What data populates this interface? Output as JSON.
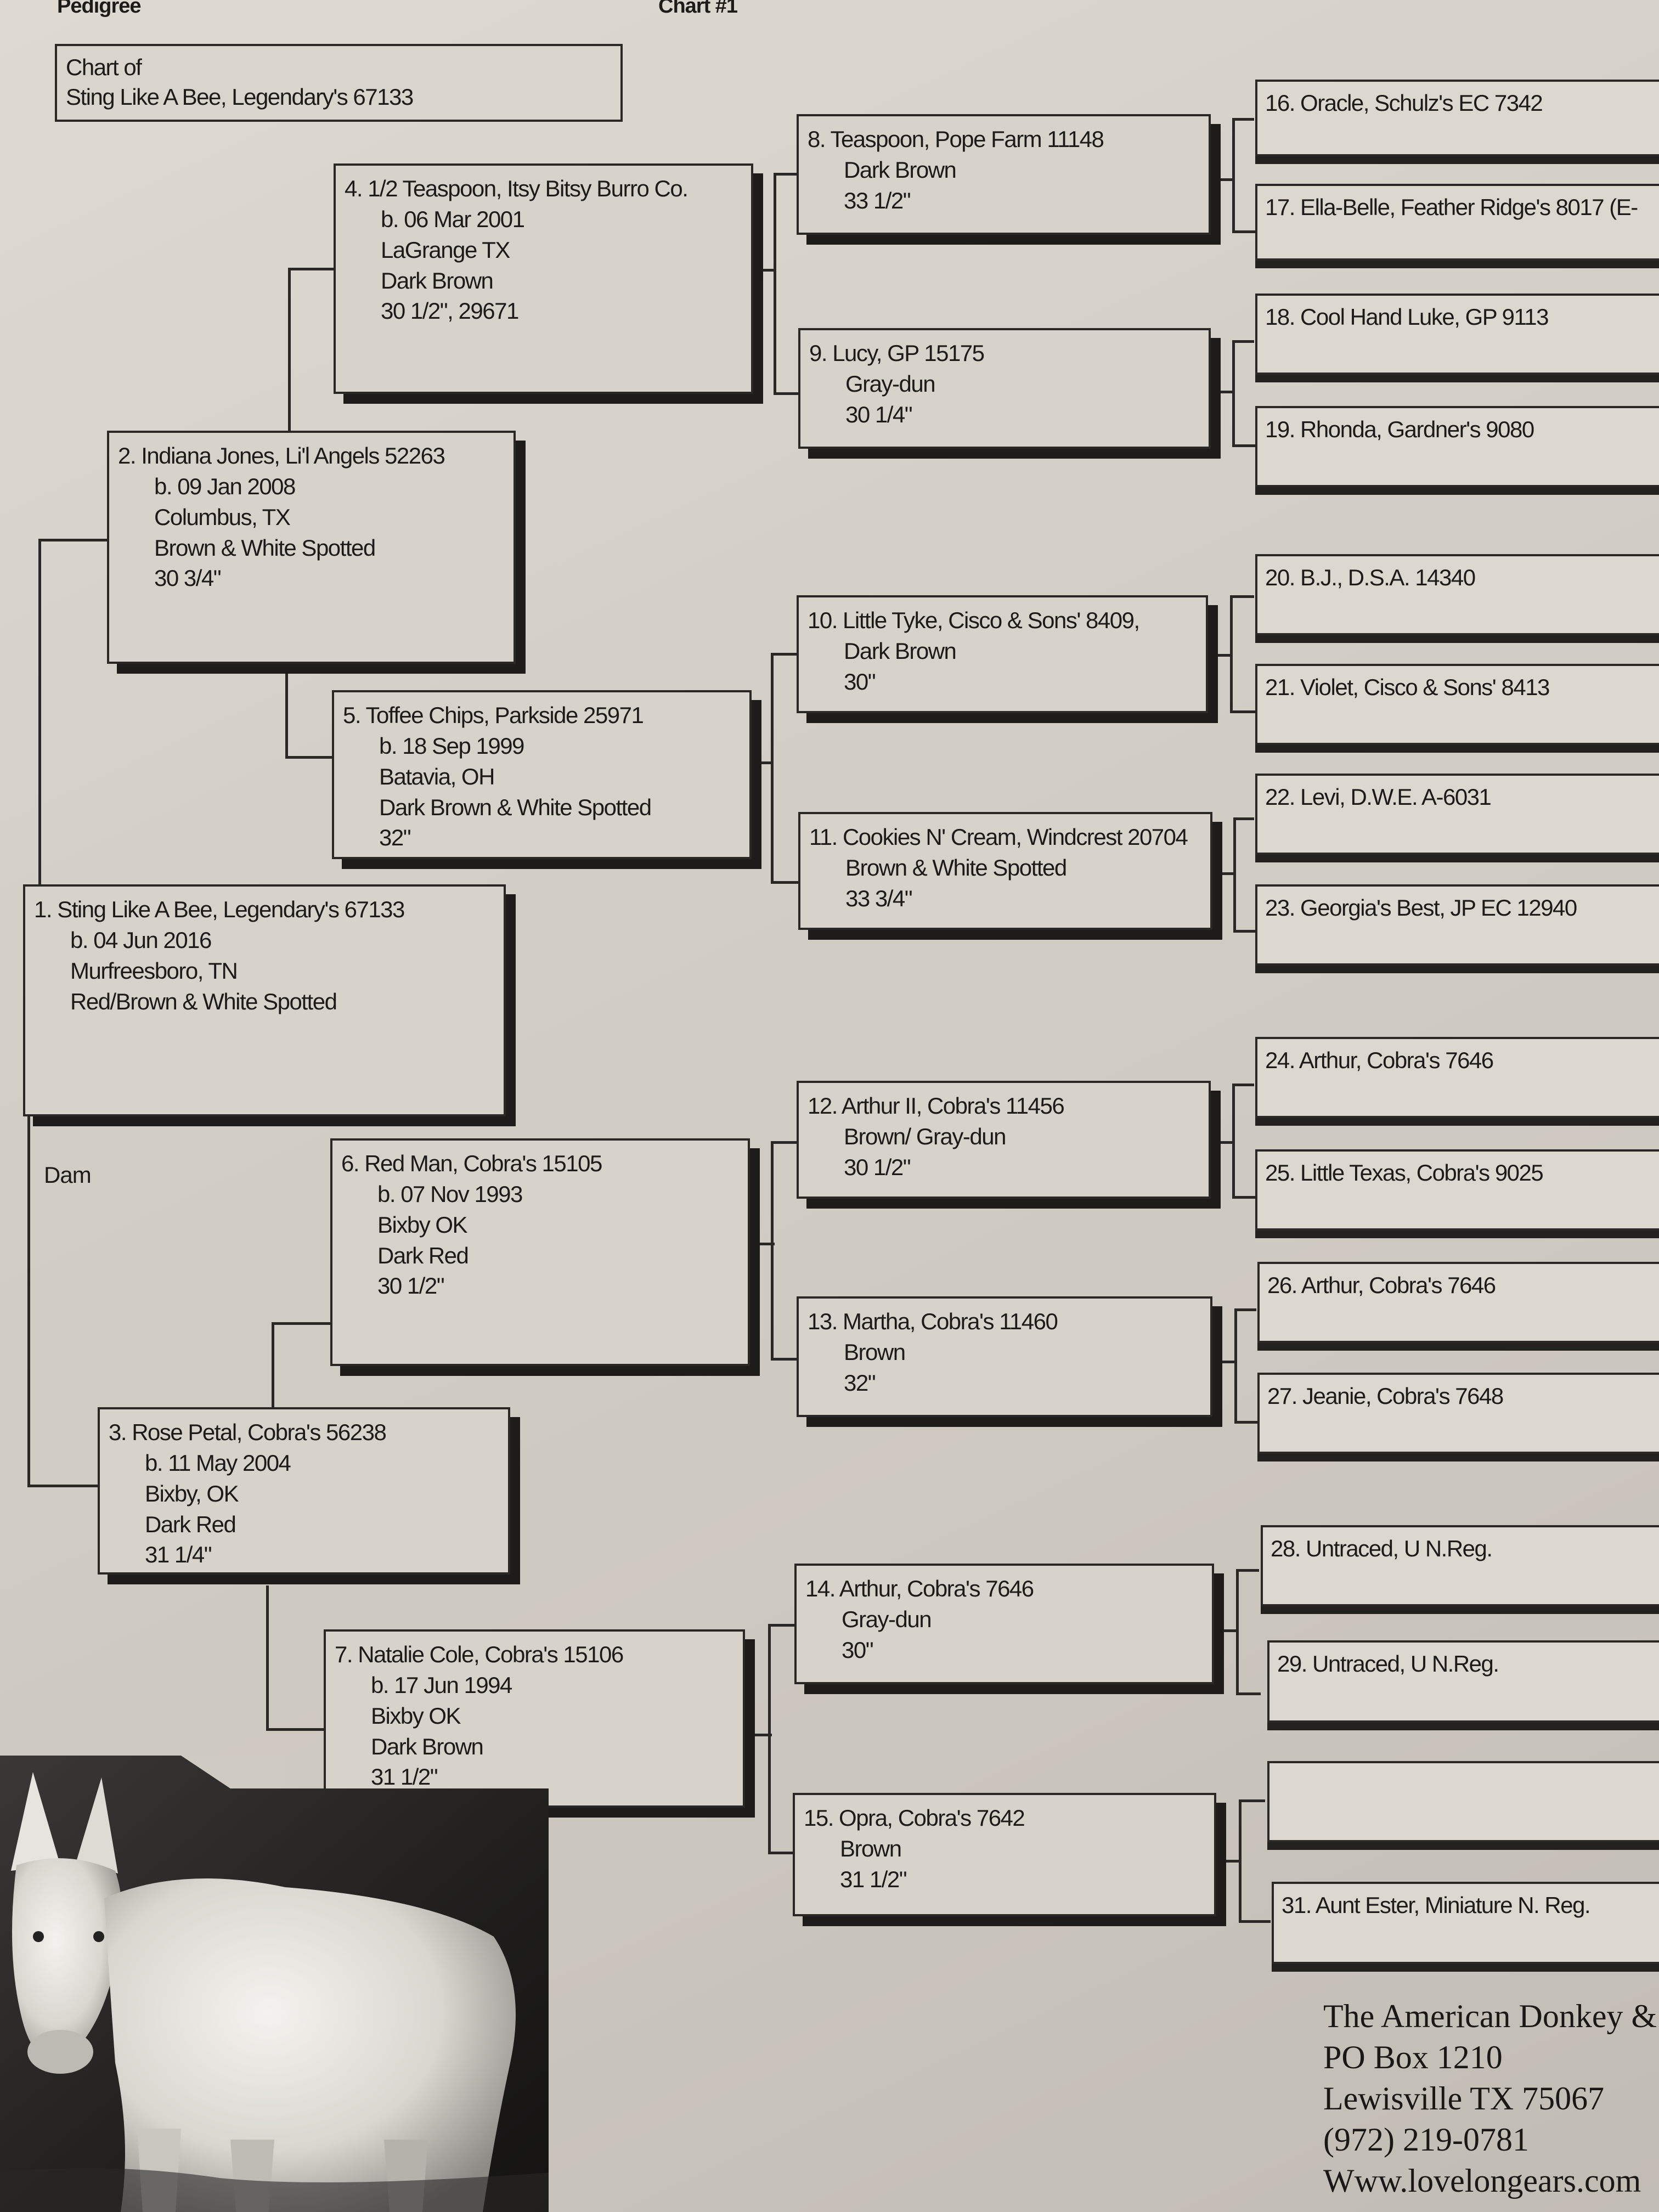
{
  "header": {
    "left": "Pedigree",
    "center": "Chart #1"
  },
  "chart_of": {
    "line1": "Chart of",
    "line2": "Sting Like A Bee, Legendary's 67133"
  },
  "dam_label": "Dam",
  "animals": [
    {
      "id": 1,
      "name": "1. Sting Like A Bee, Legendary's 67133",
      "details": [
        "b. 04 Jun 2016",
        "Murfreesboro, TN",
        "Red/Brown & White Spotted"
      ]
    },
    {
      "id": 2,
      "name": "2. Indiana Jones, Li'l Angels 52263",
      "details": [
        "b. 09 Jan 2008",
        "Columbus, TX",
        "Brown & White Spotted",
        "30 3/4\""
      ]
    },
    {
      "id": 3,
      "name": "3. Rose Petal, Cobra's 56238",
      "details": [
        "b. 11 May 2004",
        "Bixby, OK",
        "Dark Red",
        "31 1/4\""
      ]
    },
    {
      "id": 4,
      "name": "4. 1/2 Teaspoon, Itsy Bitsy Burro Co.",
      "details": [
        "b. 06 Mar 2001",
        "LaGrange TX",
        "Dark Brown",
        "30 1/2\",  29671"
      ]
    },
    {
      "id": 5,
      "name": "5. Toffee Chips, Parkside 25971",
      "details": [
        "b. 18 Sep 1999",
        "Batavia, OH",
        "Dark Brown & White Spotted",
        "32\""
      ]
    },
    {
      "id": 6,
      "name": "6. Red Man, Cobra's 15105",
      "details": [
        "b. 07 Nov 1993",
        "Bixby OK",
        "Dark Red",
        "30 1/2\""
      ]
    },
    {
      "id": 7,
      "name": "7. Natalie Cole, Cobra's 15106",
      "details": [
        "b. 17 Jun 1994",
        "Bixby OK",
        "Dark Brown",
        "31 1/2\""
      ]
    },
    {
      "id": 8,
      "name": "8. Teaspoon, Pope Farm 11148",
      "details": [
        "Dark Brown",
        "33 1/2\""
      ]
    },
    {
      "id": 9,
      "name": "9. Lucy, GP 15175",
      "details": [
        "Gray-dun",
        "30 1/4\""
      ]
    },
    {
      "id": 10,
      "name": "10. Little Tyke, Cisco & Sons' 8409,",
      "details": [
        "Dark Brown",
        "30\""
      ]
    },
    {
      "id": 11,
      "name": "11. Cookies N' Cream, Windcrest 20704",
      "details": [
        "Brown & White Spotted",
        "33 3/4\""
      ]
    },
    {
      "id": 12,
      "name": "12. Arthur II, Cobra's 11456",
      "details": [
        "Brown/ Gray-dun",
        "30 1/2\""
      ]
    },
    {
      "id": 13,
      "name": "13. Martha, Cobra's 11460",
      "details": [
        "Brown",
        "32\""
      ]
    },
    {
      "id": 14,
      "name": "14. Arthur, Cobra's 7646",
      "details": [
        "Gray-dun",
        "30\""
      ]
    },
    {
      "id": 15,
      "name": "15. Opra, Cobra's 7642",
      "details": [
        "Brown",
        "31 1/2\""
      ]
    },
    {
      "id": 16,
      "name": "16. Oracle, Schulz's EC 7342"
    },
    {
      "id": 17,
      "name": "17. Ella-Belle, Feather Ridge's 8017 (E-"
    },
    {
      "id": 18,
      "name": "18. Cool Hand Luke, GP 9113"
    },
    {
      "id": 19,
      "name": "19. Rhonda, Gardner's 9080"
    },
    {
      "id": 20,
      "name": "20. B.J., D.S.A. 14340"
    },
    {
      "id": 21,
      "name": "21. Violet, Cisco & Sons' 8413"
    },
    {
      "id": 22,
      "name": "22. Levi, D.W.E. A-6031"
    },
    {
      "id": 23,
      "name": "23. Georgia's Best, JP EC 12940"
    },
    {
      "id": 24,
      "name": "24. Arthur, Cobra's 7646"
    },
    {
      "id": 25,
      "name": "25. Little Texas, Cobra's 9025"
    },
    {
      "id": 26,
      "name": "26. Arthur, Cobra's 7646"
    },
    {
      "id": 27,
      "name": "27. Jeanie, Cobra's 7648"
    },
    {
      "id": 28,
      "name": "28. Untraced, U N.Reg."
    },
    {
      "id": 29,
      "name": "29. Untraced, U N.Reg."
    },
    {
      "id": 30,
      "name": ""
    },
    {
      "id": 31,
      "name": "31. Aunt Ester, Miniature N. Reg."
    }
  ],
  "footer": [
    "The American Donkey &",
    "PO Box 1210",
    "Lewisville TX 75067",
    "(972) 219-0781",
    "Www.lovelongears.com"
  ]
}
